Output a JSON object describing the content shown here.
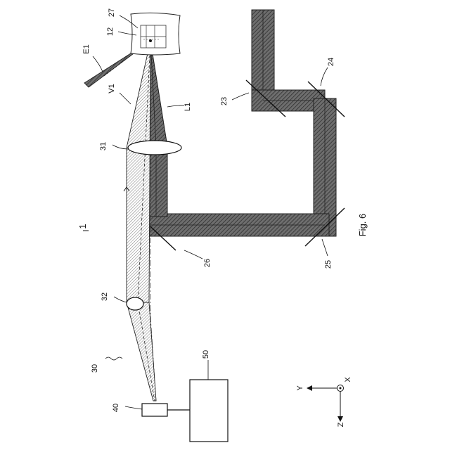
{
  "labels": {
    "system": "1",
    "device30": "30",
    "box40": "40",
    "box50": "50",
    "lens31": "31",
    "lens32": "32",
    "target27": "27",
    "target12": "12",
    "beamE1": "E1",
    "beamV1": "V1",
    "beamL1": "L1",
    "mirror23": "23",
    "mirror24": "24",
    "mirror25": "25",
    "mirror26": "26",
    "figure": "Fig. 6",
    "axisY": "Y",
    "axisZ": "Z",
    "axisX": "X"
  }
}
